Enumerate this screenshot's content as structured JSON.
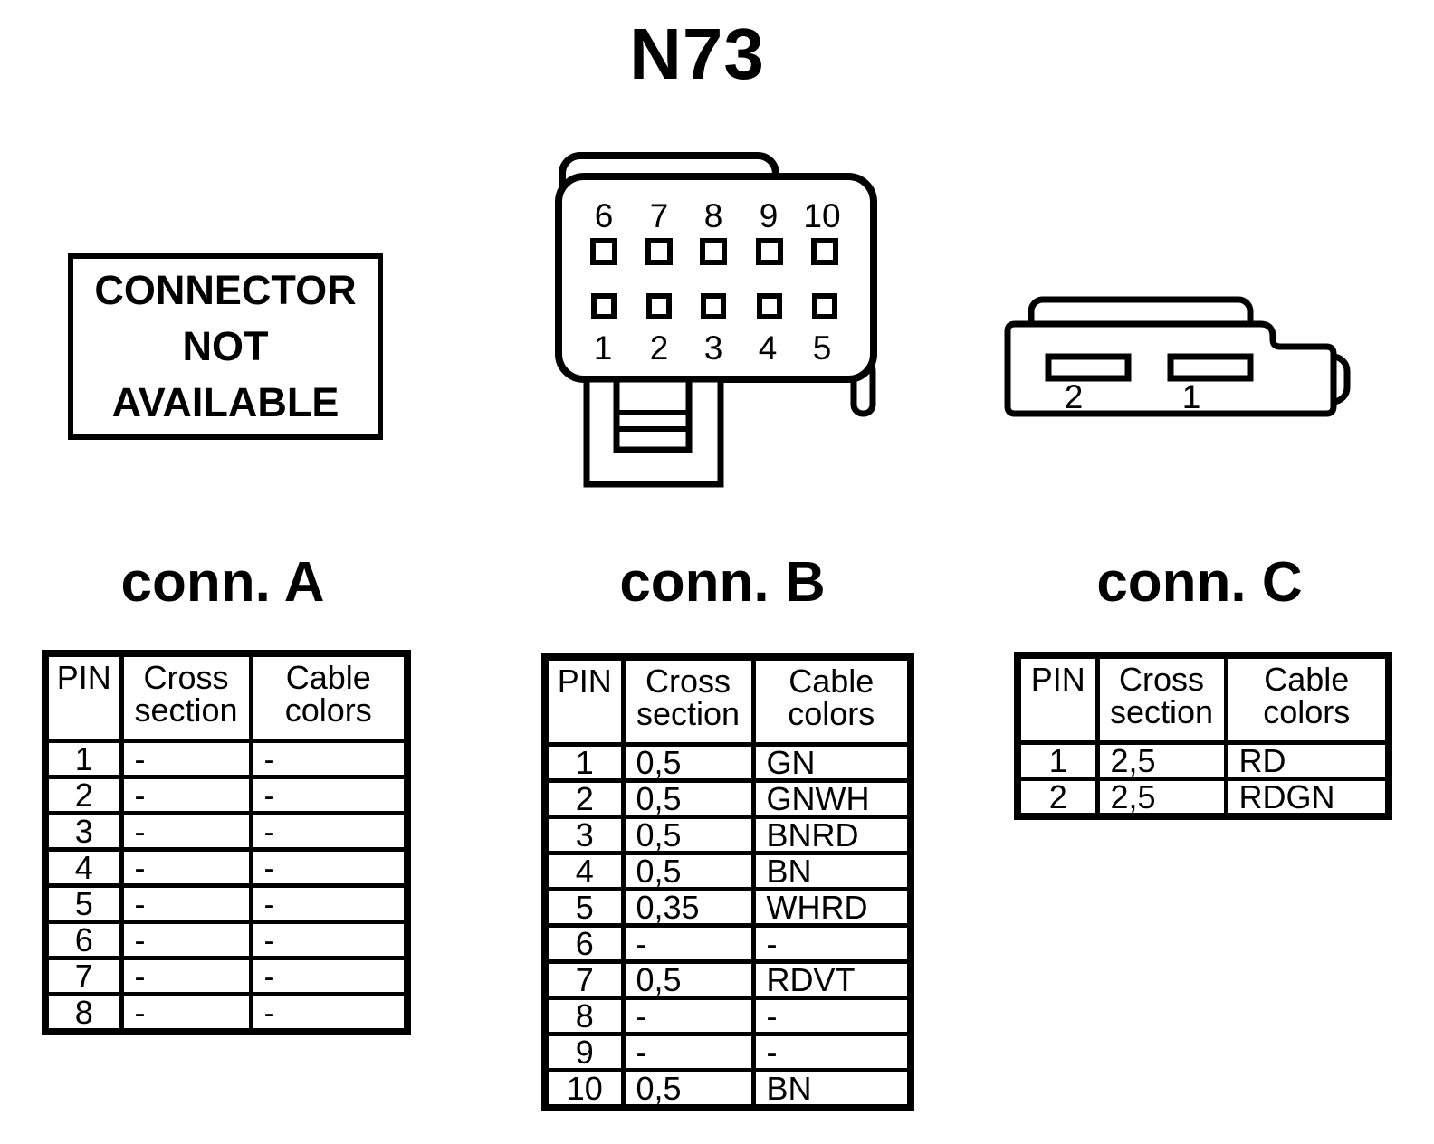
{
  "page_title": "N73",
  "not_available_box": {
    "line1": "CONNECTOR",
    "line2": "NOT",
    "line3": "AVAILABLE"
  },
  "connector_10pin": {
    "top_pin_labels": [
      "6",
      "7",
      "8",
      "9",
      "10"
    ],
    "bottom_pin_labels": [
      "1",
      "2",
      "3",
      "4",
      "5"
    ]
  },
  "connector_2pin": {
    "slot_labels": [
      "2",
      "1"
    ]
  },
  "table_headers": {
    "pin": "PIN",
    "cross": "Cross section",
    "cable": "Cable colors"
  },
  "conn_a": {
    "title": "conn. A",
    "rows": [
      [
        "1",
        "-",
        "-"
      ],
      [
        "2",
        "-",
        "-"
      ],
      [
        "3",
        "-",
        "-"
      ],
      [
        "4",
        "-",
        "-"
      ],
      [
        "5",
        "-",
        "-"
      ],
      [
        "6",
        "-",
        "-"
      ],
      [
        "7",
        "-",
        "-"
      ],
      [
        "8",
        "-",
        "-"
      ]
    ]
  },
  "conn_b": {
    "title": "conn. B",
    "rows": [
      [
        "1",
        "0,5",
        "GN"
      ],
      [
        "2",
        "0,5",
        "GNWH"
      ],
      [
        "3",
        "0,5",
        "BNRD"
      ],
      [
        "4",
        "0,5",
        "BN"
      ],
      [
        "5",
        "0,35",
        "WHRD"
      ],
      [
        "6",
        "-",
        "-"
      ],
      [
        "7",
        "0,5",
        "RDVT"
      ],
      [
        "8",
        "-",
        "-"
      ],
      [
        "9",
        "-",
        "-"
      ],
      [
        "10",
        "0,5",
        "BN"
      ]
    ]
  },
  "conn_c": {
    "title": "conn. C",
    "rows": [
      [
        "1",
        "2,5",
        "RD"
      ],
      [
        "2",
        "2,5",
        "RDGN"
      ]
    ]
  }
}
